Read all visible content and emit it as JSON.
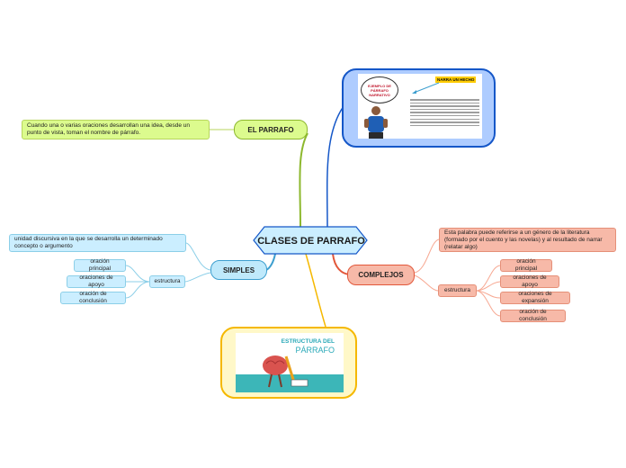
{
  "center": {
    "label": "CLASES DE PARRAFO"
  },
  "parrafo": {
    "label": "EL PARRAFO",
    "definition": "Cuando una o varias oraciones desarrollan una idea, desde un punto de vista, toman el nombre de párrafo."
  },
  "simples": {
    "label": "SIMPLES",
    "definition": "unidad discursiva en la que se desarrolla un determinado concepto o argumento",
    "structure_label": "estructura",
    "items": [
      "oración principal",
      "oraciones de apoyo",
      "oración de conclusión"
    ]
  },
  "complejos": {
    "label": "COMPLEJOS",
    "definition": "Esta palabra puede referirse a un género de la literatura (formado por el cuento y las novelas) y al resultado de narrar (relatar algo)",
    "structure_label": "estructura",
    "items": [
      "oración principal",
      "oraciones de apoyo",
      "oraciones de expansión",
      "oración de conclusión"
    ]
  },
  "image_narrativo": {
    "bubble_text": "EJEMPLO DE PÁRRAFO NARRATIVO",
    "tag": "NARRA UN HECHO"
  },
  "image_estructura": {
    "title_line1": "ESTRUCTURA DEL",
    "title_line2": "PÁRRAFO"
  },
  "colors": {
    "green": "#8db82e",
    "blue": "#3e9fcf",
    "salmon": "#e2573a",
    "yellow": "#f5b800",
    "navy": "#1557c8"
  }
}
